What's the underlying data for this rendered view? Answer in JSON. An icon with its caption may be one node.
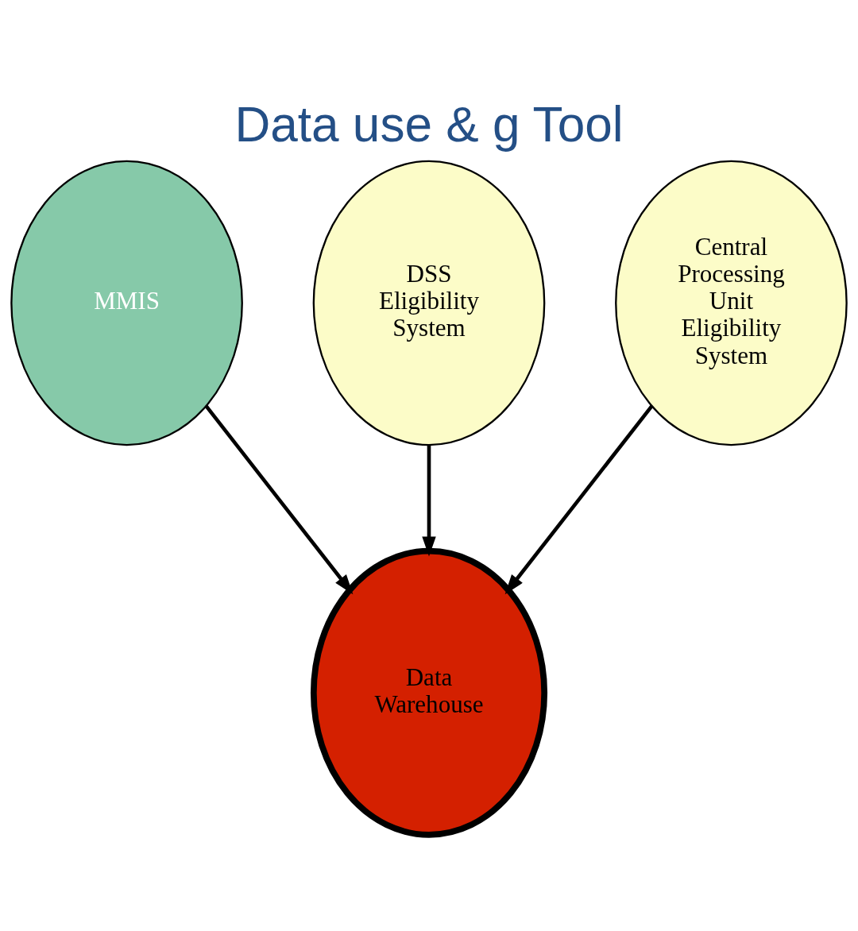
{
  "diagram": {
    "title": "Data use & g Tool",
    "nodes": [
      {
        "text": [
          "MMIS"
        ]
      },
      {
        "text": [
          "Data Warehouse"
        ]
      },
      {
        "text": [
          "DSS Eligibility System"
        ]
      },
      {
        "text": [
          "Central Processing Unit Eligibility System"
        ]
      }
    ],
    "edges": [
      {
        "from": 0,
        "to": 1,
        "arrow": "to"
      },
      {
        "from": 2,
        "to": 1,
        "arrow": "to"
      },
      {
        "from": 3,
        "to": 1,
        "arrow": "to"
      }
    ]
  }
}
